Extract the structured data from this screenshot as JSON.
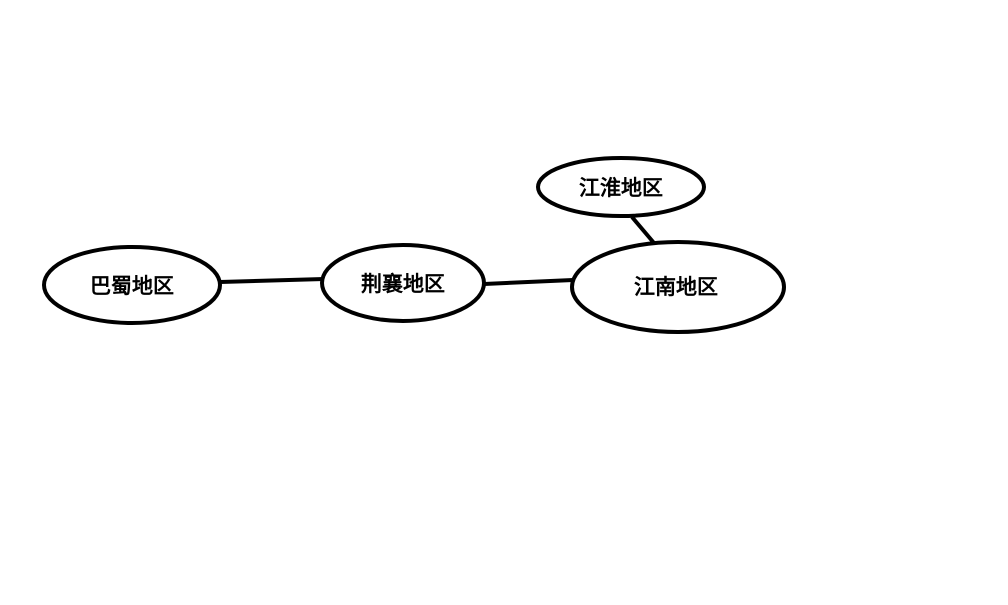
{
  "diagram": {
    "nodes": [
      {
        "id": "bashu",
        "label": "巴蜀地区"
      },
      {
        "id": "jingxiang",
        "label": "荆襄地区"
      },
      {
        "id": "jiangnan",
        "label": "江南地区"
      },
      {
        "id": "jianghuai",
        "label": "江淮地区"
      }
    ],
    "edges": [
      {
        "from": "bashu",
        "to": "jingxiang"
      },
      {
        "from": "jingxiang",
        "to": "jiangnan"
      },
      {
        "from": "jianghuai",
        "to": "jiangnan"
      }
    ],
    "stroke_color": "#000000"
  }
}
